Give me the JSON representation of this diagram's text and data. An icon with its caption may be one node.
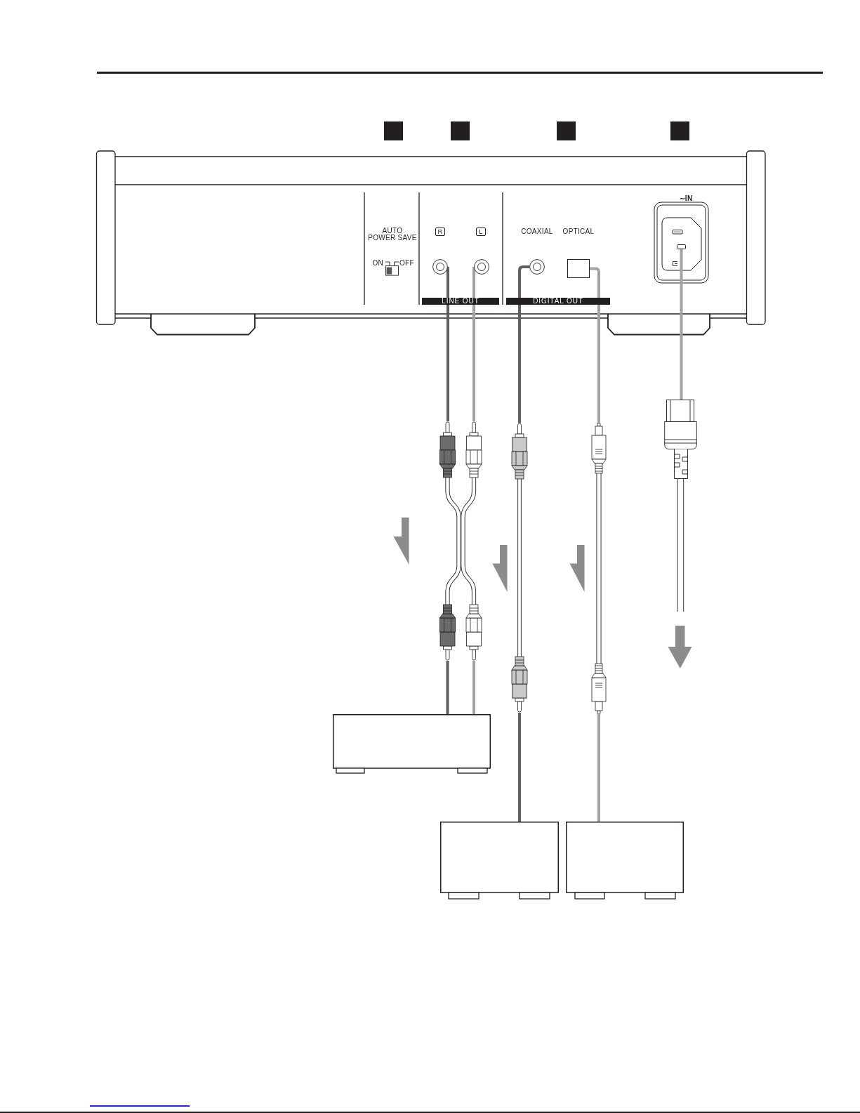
{
  "diagram": {
    "nodes": [
      {
        "text": [],
        "shape": "circle"
      },
      {
        "text": [],
        "shape": "circle"
      },
      {
        "text": [],
        "shape": "circle"
      },
      {
        "text": [],
        "shape": "box"
      },
      {
        "text": [],
        "shape": "box"
      },
      {
        "text": [],
        "shape": "picture"
      },
      {
        "text": [],
        "shape": "picture"
      },
      {
        "text": [],
        "shape": "picture"
      },
      {
        "text": [],
        "shape": "picture"
      },
      {
        "text": [],
        "shape": "box"
      },
      {
        "text": [],
        "shape": "box"
      },
      {
        "text": [],
        "shape": "box"
      }
    ],
    "edges": [
      {
        "from": 0,
        "to": 5,
        "arrow": "none",
        "color": "#5f5f5f"
      },
      {
        "from": 1,
        "to": 5,
        "arrow": "none"
      },
      {
        "from": 2,
        "to": 6,
        "arrow": "none",
        "color": "#5f5f5f"
      },
      {
        "from": 3,
        "to": 7,
        "arrow": "none"
      },
      {
        "from": 4,
        "to": 8,
        "arrow": "none"
      },
      {
        "from": 5,
        "to": 9,
        "arrow": "none",
        "color": "#5f5f5f"
      },
      {
        "from": 5,
        "to": 9,
        "arrow": "none"
      },
      {
        "from": 6,
        "to": 10,
        "arrow": "none",
        "color": "#5f5f5f"
      },
      {
        "from": 7,
        "to": 11,
        "arrow": "none"
      }
    ],
    "labels": [
      "∼IN",
      "AUTO POWER SAVE",
      "R",
      "L",
      "COAXIAL",
      "OPTICAL",
      "ON",
      "OFF",
      "LINE OUT",
      "DIGITAL OUT"
    ]
  }
}
